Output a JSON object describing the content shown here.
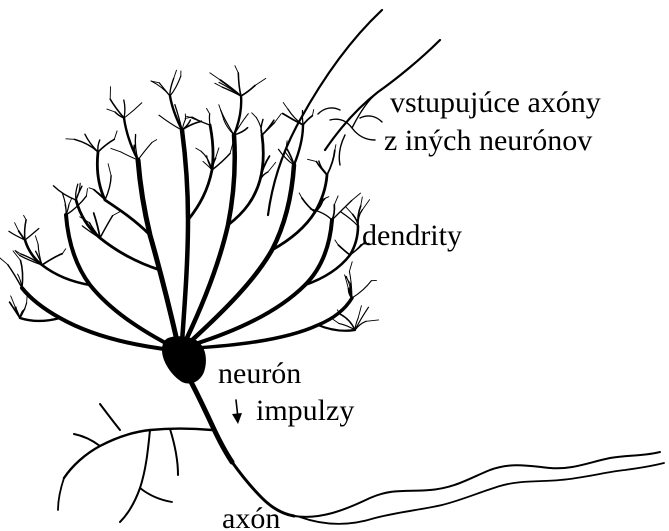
{
  "diagram": {
    "labels": {
      "incoming_axons_line1": "vstupujúce axóny",
      "incoming_axons_line2": "z iných neurónov",
      "dendrites": "dendrity",
      "neuron": "neurón",
      "impulses": "impulzy",
      "axon": "axón"
    },
    "ink_color": "#000000",
    "background_color": "#ffffff"
  }
}
